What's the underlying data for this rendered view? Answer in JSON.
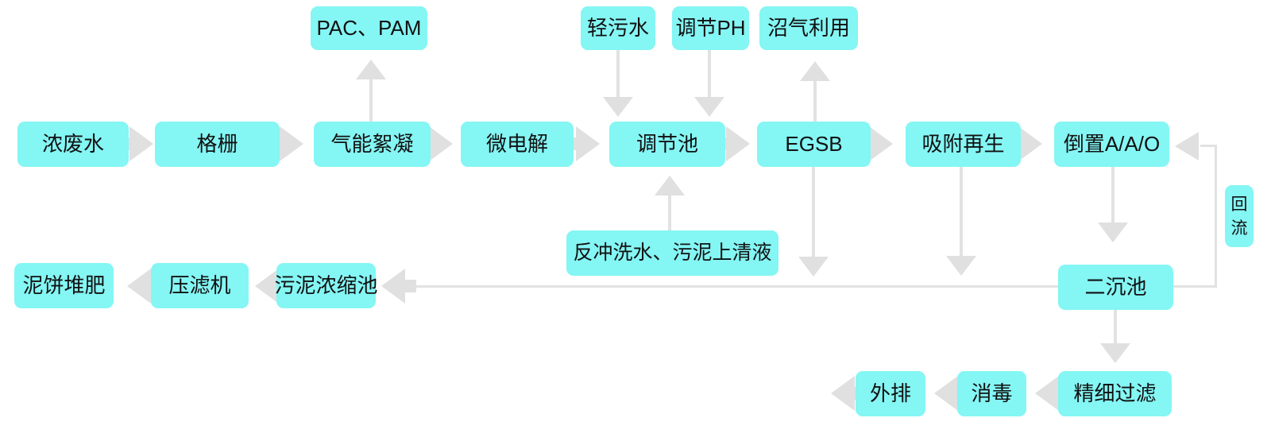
{
  "nodes": {
    "pac_pam": "PAC、PAM",
    "qing_wushui": "轻污水",
    "tiaojie_ph": "调节PH",
    "zhaoqi_liyong": "沼气利用",
    "nong_feishui": "浓废水",
    "geshan": "格栅",
    "qineng_xuning": "气能絮凝",
    "wei_dianjie": "微电解",
    "tiaojie_chi": "调节池",
    "egsb": "EGSB",
    "xifu_zaisheng": "吸附再生",
    "daozhi_aao": "倒置A/A/O",
    "huiliu": "回流",
    "fanchongxi": "反冲洗水、污泥上清液",
    "nibing_duifei": "泥饼堆肥",
    "yalvji": "压滤机",
    "wuni_nongsuochi": "污泥浓缩池",
    "erchenchi": "二沉池",
    "waipai": "外排",
    "xiaodu": "消毒",
    "jingxi_guolv": "精细过滤"
  },
  "colors": {
    "box_fill": "#84f6f4",
    "arrow": "#e0e0e0",
    "line": "#e2e2e2",
    "text": "#111111"
  }
}
